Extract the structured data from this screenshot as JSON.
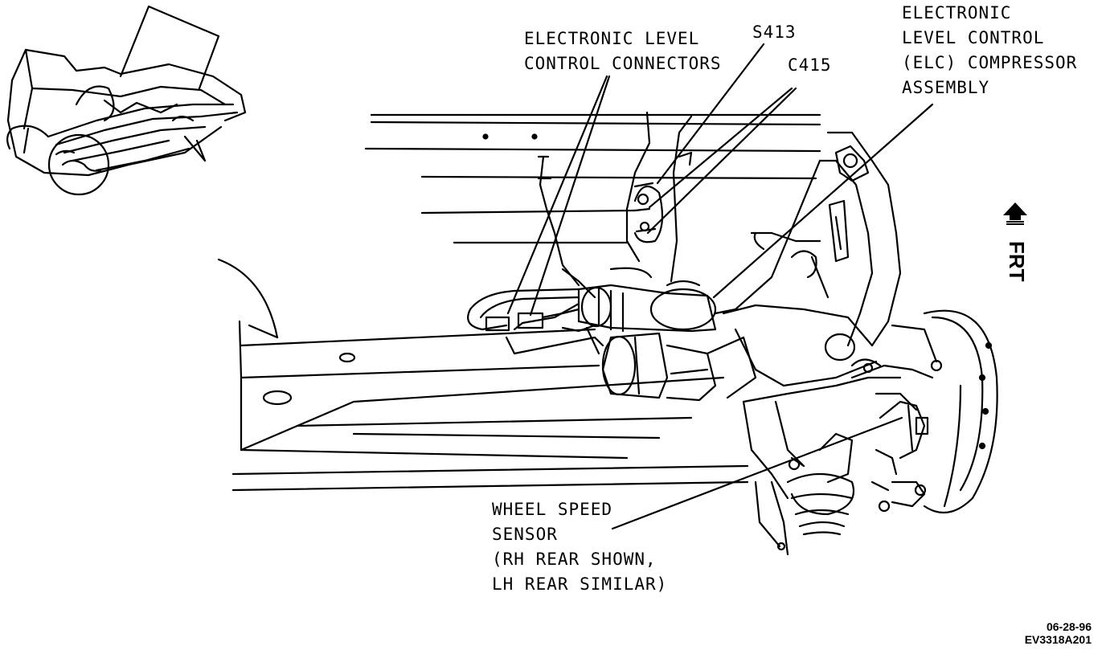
{
  "labels": {
    "elc_connectors": [
      "ELECTRONIC LEVEL",
      "CONTROL CONNECTORS"
    ],
    "s413": "S413",
    "c415": "C415",
    "elc_compressor": [
      "ELECTRONIC",
      "LEVEL CONTROL",
      "(ELC) COMPRESSOR",
      "ASSEMBLY"
    ],
    "wheel_speed_sensor": [
      "WHEEL SPEED",
      "SENSOR",
      "(RH REAR SHOWN,",
      "LH REAR SIMILAR)"
    ],
    "front_indicator": "FRT",
    "figure_date": "06-28-96",
    "figure_code": "EV3318A201"
  },
  "colors": {
    "ink": "#000000",
    "paper": "#ffffff"
  },
  "icons": {
    "direction": "arrow-up-icon"
  }
}
